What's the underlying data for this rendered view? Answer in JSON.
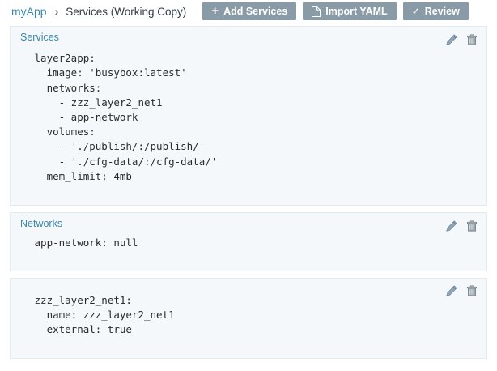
{
  "topbar": {
    "breadcrumb": {
      "app": "myApp",
      "separator": "›",
      "current": "Services (Working Copy)"
    },
    "buttons": {
      "add_services": {
        "label": "Add Services",
        "glyph": "+",
        "icon": "plus-icon"
      },
      "import_yaml": {
        "label": "Import YAML",
        "icon": "document-icon"
      },
      "review": {
        "label": "Review",
        "glyph": "✓",
        "icon": "check-icon"
      }
    },
    "button_color": "#8a9ba8",
    "button_text_color": "#ffffff"
  },
  "theme": {
    "accent": "#3a87ad",
    "card_background": "#f4f8fa",
    "card_border": "#e4ebf0",
    "page_background": "#ffffff",
    "code_text": "#2b2b2b"
  },
  "row_icons": {
    "edit": {
      "name": "pencil-icon",
      "title": "Edit"
    },
    "delete": {
      "name": "trash-icon",
      "title": "Delete"
    }
  },
  "cards": [
    {
      "id": "services",
      "label": "Services",
      "yaml": " layer2app:\n   image: 'busybox:latest'\n   networks:\n     - zzz_layer2_net1\n     - app-network\n   volumes:\n     - './publish/:/publish/'\n     - './cfg-data/:/cfg-data/'\n   mem_limit: 4mb"
    },
    {
      "id": "networks-app-network",
      "label": "Networks",
      "yaml": " app-network: null"
    },
    {
      "id": "networks-zzz-layer2-net1",
      "label": "",
      "yaml": " zzz_layer2_net1:\n   name: zzz_layer2_net1\n   external: true"
    }
  ]
}
